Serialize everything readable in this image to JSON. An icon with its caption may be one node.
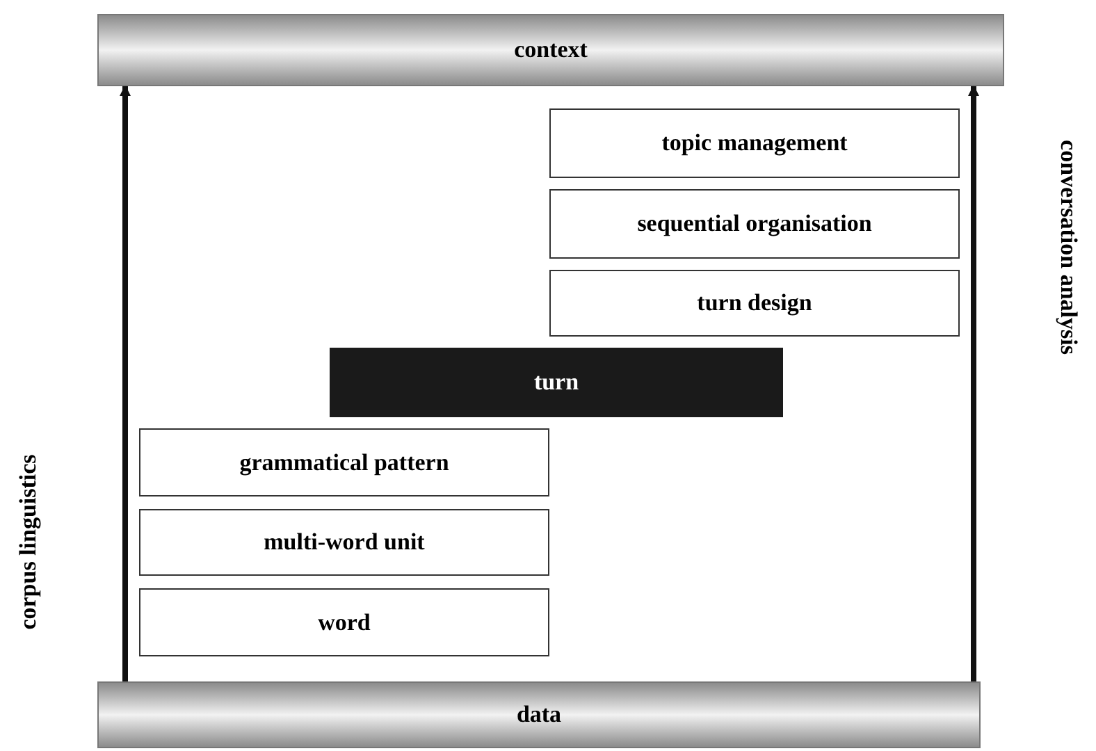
{
  "diagram": {
    "nodes": [
      {
        "text": [
          "context"
        ]
      },
      {
        "text": [
          "topic management"
        ]
      },
      {
        "text": [
          "sequential organisation"
        ]
      },
      {
        "text": [
          "turn design"
        ]
      },
      {
        "text": [
          "turn"
        ]
      },
      {
        "text": [
          "grammatical pattern"
        ]
      },
      {
        "text": [
          "multi-word unit"
        ]
      },
      {
        "text": [
          "word"
        ]
      },
      {
        "text": [
          "data"
        ]
      }
    ],
    "edges": [
      {
        "from": 8,
        "to": 0,
        "arrow": "to"
      },
      {
        "from": 8,
        "to": 0,
        "arrow": "to"
      }
    ],
    "labels": [
      "corpus linguistics",
      "conversation analysis"
    ]
  }
}
